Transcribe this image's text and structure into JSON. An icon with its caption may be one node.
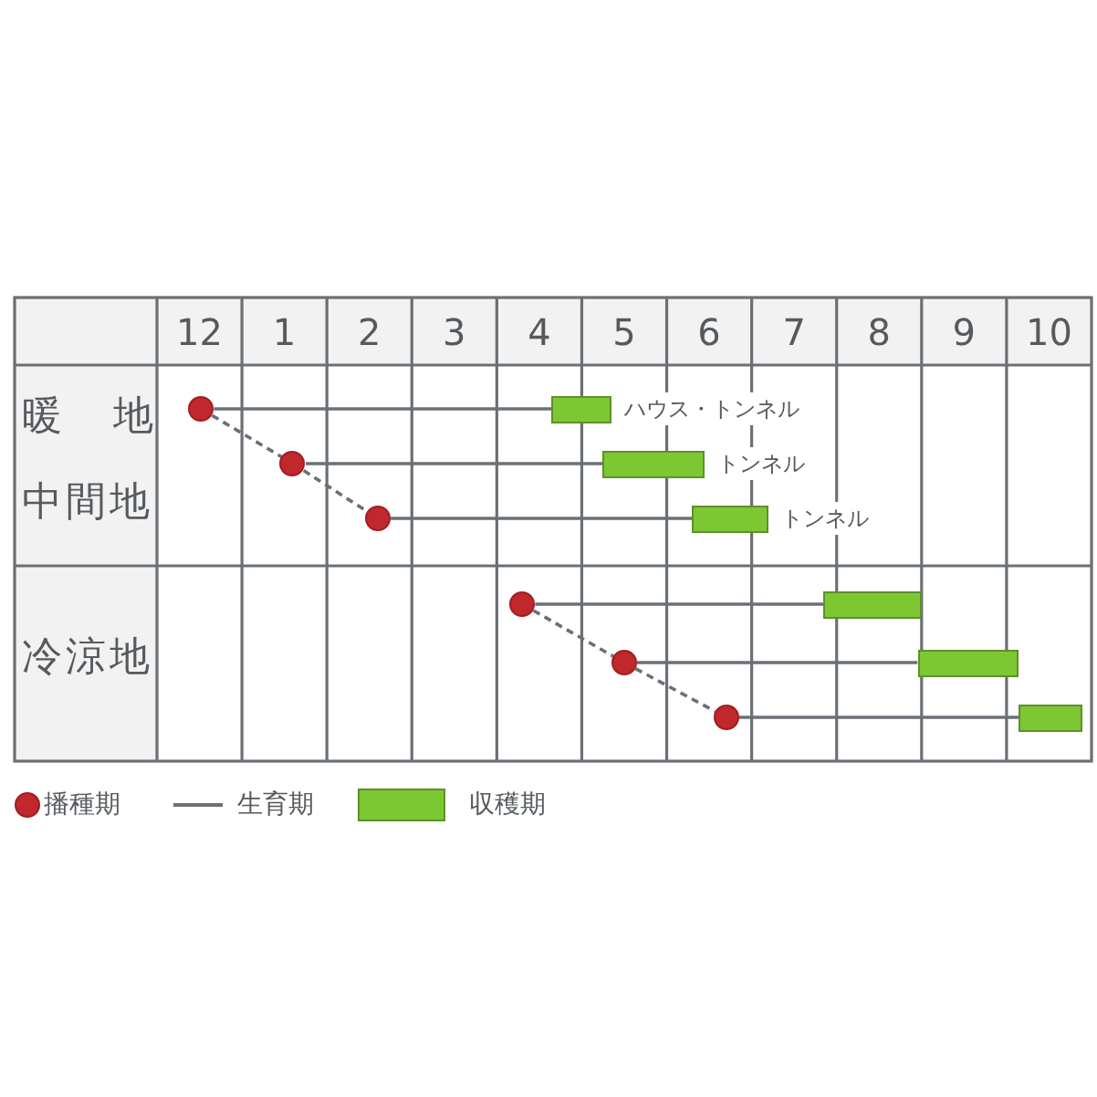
{
  "diagram": {
    "nodes": [
      {
        "text": [],
        "shape": "circle"
      },
      {
        "text": [],
        "shape": "bar",
        "beside": [
          "ハウス・トンネル"
        ]
      },
      {
        "text": [],
        "shape": "circle"
      },
      {
        "text": [],
        "shape": "bar",
        "beside": [
          "トンネル"
        ]
      },
      {
        "text": [],
        "shape": "circle"
      },
      {
        "text": [],
        "shape": "bar",
        "beside": [
          "トンネル"
        ]
      },
      {
        "text": [],
        "shape": "circle"
      },
      {
        "text": [],
        "shape": "bar"
      },
      {
        "text": [],
        "shape": "circle"
      },
      {
        "text": [],
        "shape": "bar"
      },
      {
        "text": [],
        "shape": "circle"
      },
      {
        "text": [],
        "shape": "bar"
      }
    ],
    "edges": [
      {
        "from": 0,
        "to": 1,
        "arrow": "none"
      },
      {
        "from": 0,
        "to": 2,
        "arrow": "none",
        "style": "dashed"
      },
      {
        "from": 2,
        "to": 3,
        "arrow": "none"
      },
      {
        "from": 2,
        "to": 4,
        "arrow": "none",
        "style": "dashed"
      },
      {
        "from": 4,
        "to": 5,
        "arrow": "none"
      },
      {
        "from": 6,
        "to": 7,
        "arrow": "none"
      },
      {
        "from": 6,
        "to": 8,
        "arrow": "none",
        "style": "dashed"
      },
      {
        "from": 8,
        "to": 9,
        "arrow": "none"
      },
      {
        "from": 8,
        "to": 10,
        "arrow": "none",
        "style": "dashed"
      },
      {
        "from": 10,
        "to": 11,
        "arrow": "none"
      }
    ],
    "labels": [
      "12",
      "1",
      "2",
      "3",
      "4",
      "5",
      "6",
      "7",
      "8",
      "9",
      "10",
      "暖地",
      "中間地",
      "冷涼地"
    ],
    "legend": [
      {
        "text": "播種期"
      },
      {
        "text": "生育期"
      },
      {
        "text": "収穫期",
        "color": "#7dc832"
      }
    ]
  }
}
